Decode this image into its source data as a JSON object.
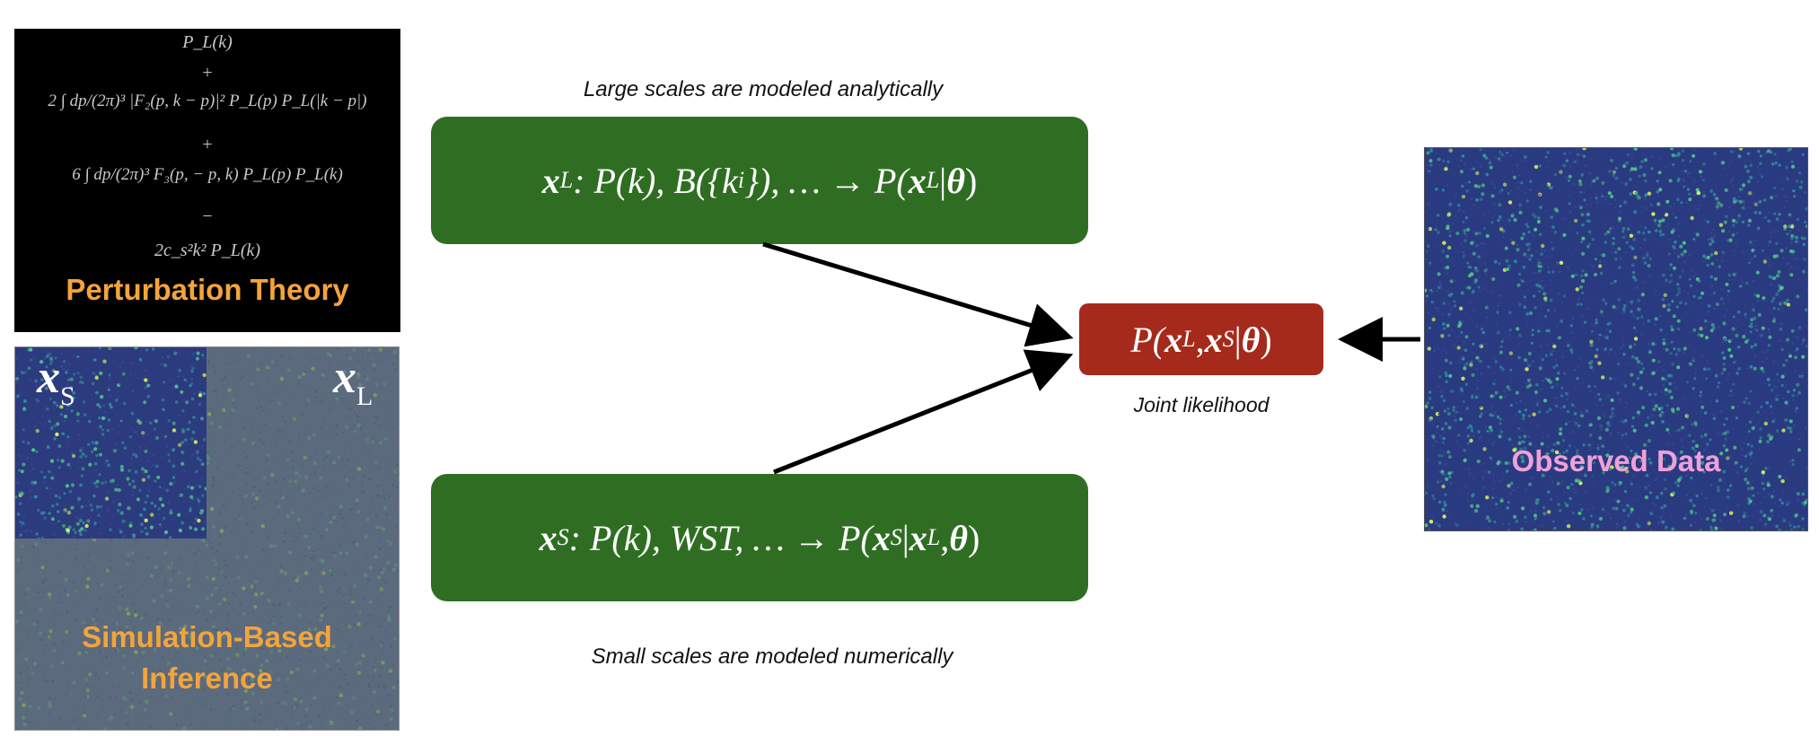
{
  "perturbation_theory": {
    "eq_line1": "P_L(k)",
    "plus1": "+",
    "eq_line2": "2 ∫ dp/(2π)³ |F₂(p, k − p)|² P_L(p) P_L(|k − p|)",
    "plus2": "+",
    "eq_line3": "6 ∫ dp/(2π)³ F₃(p, − p, k) P_L(p) P_L(k)",
    "minus": "−",
    "eq_line4": "2c_s²k² P_L(k)",
    "title": "Perturbation Theory",
    "title_color": "#f3a43b"
  },
  "sbi": {
    "label_small": "x",
    "label_small_sub": "S",
    "label_large": "x",
    "label_large_sub": "L",
    "title_line1": "Simulation-Based",
    "title_line2": "Inference"
  },
  "captions": {
    "large_scales": "Large scales are modeled analytically",
    "small_scales": "Small scales are modeled numerically",
    "joint": "Joint likelihood"
  },
  "large_box": {
    "var": "x",
    "var_sub": "L",
    "stats": " : P(k), B({k",
    "stats_sub": "i",
    "stats_tail": "}), … → P(",
    "cond_var": "x",
    "cond_sub": "L",
    "bar": " | ",
    "theta": "θ",
    "close": ")"
  },
  "small_box": {
    "var": "x",
    "var_sub": "S",
    "stats": " : P(k), WST, … → P(",
    "cond_var": "x",
    "cond_sub": "S",
    "bar": " | ",
    "given_var": "x",
    "given_sub": "L",
    "comma": ", ",
    "theta": "θ",
    "close": ")"
  },
  "joint_box": {
    "p_open": "P(",
    "var1": "x",
    "var1_sub": "L",
    "comma": ", ",
    "var2": "x",
    "var2_sub": "S",
    "bar": " | ",
    "theta": "θ",
    "close": ")"
  },
  "observed": {
    "title": "Observed Data",
    "title_color": "#f0a0d8"
  },
  "colors": {
    "green_box": "#2f6e22",
    "red_box": "#a52a1b",
    "field_dark": "#2a3a7a",
    "field_bright": "#a8e04a"
  }
}
